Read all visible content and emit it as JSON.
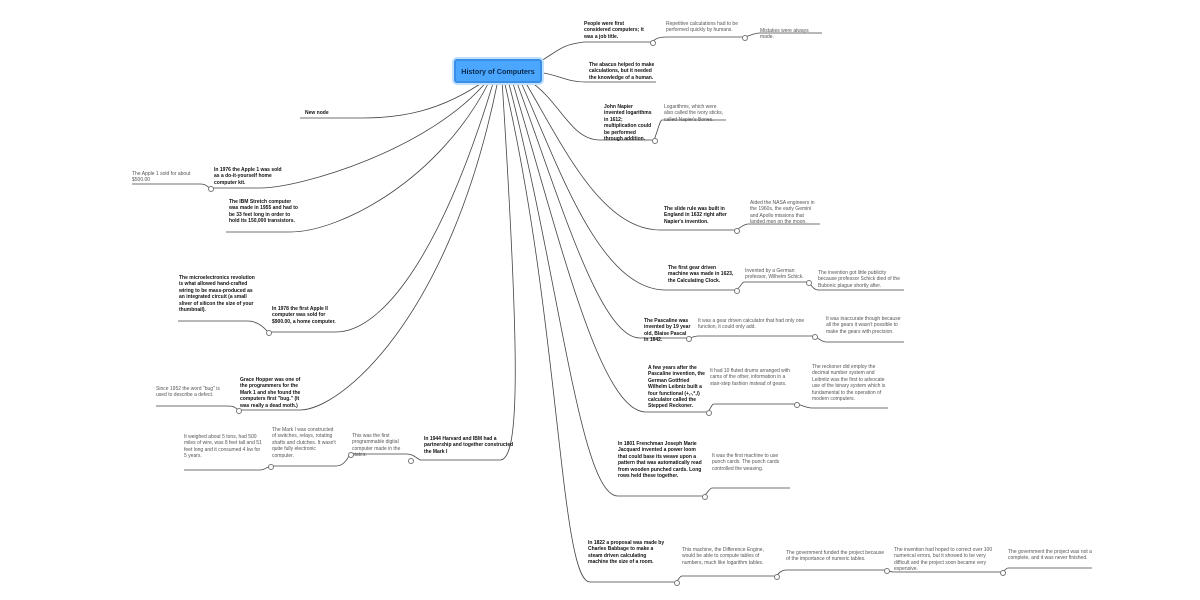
{
  "root": "History of Computers",
  "nodes": {
    "people": "People were first considered computers; it was a job title.",
    "people_c1": "Repetitive calculations had to be performed quickly by humans.",
    "people_c2": "Mistakes were always made.",
    "abacus": "The abacus helped to make calculations, but it needed the knowledge of a human.",
    "napier": "John Napier invented logarithms in 1612; multiplication could be performed through addition.",
    "napier_c1": "Logarithms, which were also called the ivory sticks, called Napier's Bones.",
    "slide": "The slide rule was built in England in 1632 right after Napier's invention.",
    "slide_c1": "Aided the NASA engineers in the 1960s, the early Gemini and Apollo missions that landed men on the moon.",
    "gear": "The first gear driven machine was made in 1623, the Calculating Clock.",
    "gear_c1": "Invented by a German professor, Wilhelm Schick.",
    "gear_c2": "The invention got little publicity because professor Schick died of the Bubonic plague shortly after.",
    "pascal": "The Pascaline was invented by 19 year old, Blaise Pascal in 1642.",
    "pascal_c1": "It was a gear driven calculator that had only one function, it could only add.",
    "pascal_c2": "It was inaccurate though because all the gears it wasn't possible to make the gears with precision.",
    "leibniz": "A few years after the Pascaline invention, the German Gottfried Wilhelm Leibniz built a four functional (+,-,*,/) calculator called the Stepped Reckoner.",
    "leibniz_c1": "It had 10 fluted drums arranged with cams of the other, information in a stair-step fashion instead of gears.",
    "leibniz_c2": "The reckoner did employ the decimal number system and Leibnitz was the first to advocate use of the binary system which is fundamental to the operation of modern computers.",
    "jacquard": "In 1801 Frenchman Joseph Marie Jacquard invented a power loom that could base its weave upon a pattern that was automatically read from wooden punched cards. Long rows held these together.",
    "jacquard_c1": "It was the first machine to use punch cards. The punch cards controlled the weaving.",
    "babbage": "In 1822 a proposal was made by Charles Babbage to make a steam driven calculating machine the size of a room.",
    "babbage_c1": "This machine, the Difference Engine, would be able to compute tables of numbers, much like logarithm tables.",
    "babbage_c2": "The government funded the project because of the importance of numeric tables.",
    "babbage_c3": "The invention had hoped to correct over 100 numerical errors, but it showed to be very difficult and the project soon became very expensive.",
    "babbage_c4": "The government the project was not a complete, and it was never finished.",
    "new_node": "New node",
    "apple1976": "In 1976 the Apple 1 was sold as a do-it-yourself home computer kit.",
    "apple1976_c1": "The Apple 1 sold for about $500.00",
    "ibm": "The IBM Stretch computer was made in 1955 and had to be 33 feet long in order to hold its 150,000 transistors.",
    "apple1978": "In 1978 the first Apple II computer was sold for $900.00, a home computer.",
    "apple1978_c1": "The microelectronics revolution is what allowed hand-crafted wiring to be mass-produced as an integrated circuit (a small sliver of silicon the size of your thumbnail).",
    "hopper": "Grace Hopper was one of the programmers for the Mark 1 and she found the computers first \"bug.\" (It was really a dead moth.)",
    "hopper_c1": "Since 1952 the word \"bug\" is used to describe a defect.",
    "mark1": "In 1944 Harvard and IBM had a partnership and together constructed the Mark I",
    "mark1_c1": "This was the first programmable digital computer made in the states.",
    "mark1_c2": "The Mark I was constructed of switches, relays, rotating shafts and clutches. It wasn't quite fully electronic computer.",
    "mark1_c3": "It weighed about 5 tons, had 500 miles of wire, was 8 feet tall and 51 feet long and it consumed 4 kw for 5 years."
  },
  "colors": {
    "root_fill": "#4aa6ff",
    "root_border": "#3a8ee6",
    "edge": "#444444"
  }
}
